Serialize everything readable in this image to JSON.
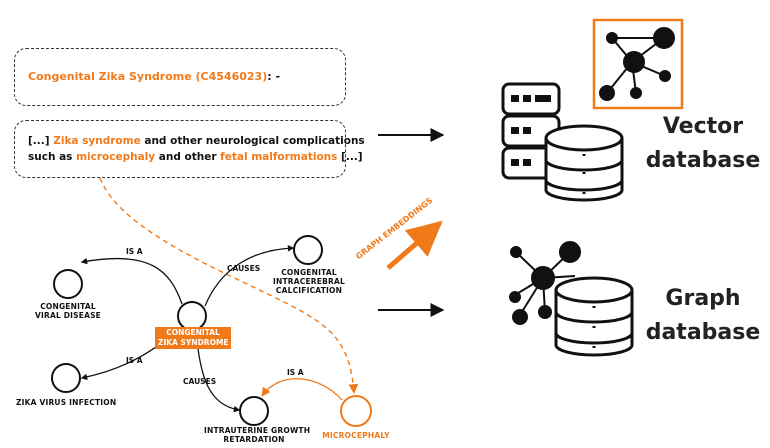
{
  "box1": {
    "term": "Congenital Zika Syndrome (C4546023)",
    "suffix": ": -"
  },
  "box2": {
    "open": "[...] ",
    "hl1": "Zika syndrome",
    "mid1": " and other neurological complications",
    "line2_pre": "such as ",
    "hl2": "microcephaly",
    "mid2": " and other ",
    "hl3": "fetal malformations",
    "close": " [...]"
  },
  "graph": {
    "nodes": {
      "viral": "CONGENITAL\nVIRAL DISEASE",
      "czs": "CONGENITAL\nZIKA SYNDROME",
      "calc": "CONGENITAL\nINTRACEREBRAL\nCALCIFICATION",
      "zvi": "ZIKA VIRUS INFECTION",
      "iugr": "INTRAUTERINE GROWTH\nRETARDATION",
      "micro": "MICROCEPHALY"
    },
    "edges": {
      "isa1": "IS A",
      "causes1": "CAUSES",
      "isa2": "IS A",
      "causes2": "CAUSES",
      "isa3": "IS A"
    }
  },
  "embedding_label": "GRAPH EMBEDDINGS",
  "vector_db": {
    "line1": "Vector",
    "line2": "database"
  },
  "graph_db": {
    "line1": "Graph",
    "line2": "database"
  },
  "colors": {
    "accent": "#f07a1a",
    "ink": "#111111"
  }
}
